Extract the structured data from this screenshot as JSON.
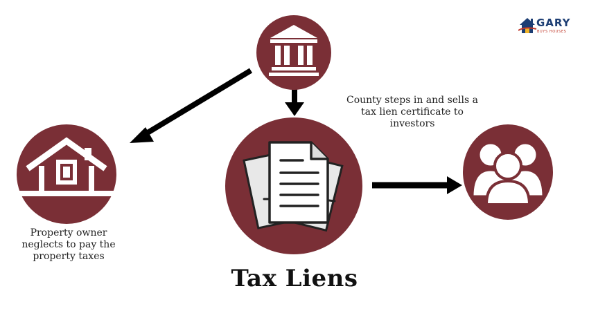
{
  "title": "Tax Liens",
  "logo": {
    "name": "GARY",
    "tagline": "BUYS HOUSES"
  },
  "nodes": {
    "county": {
      "icon": "bank-icon"
    },
    "document": {
      "icon": "document-stack-icon"
    },
    "owner": {
      "icon": "house-icon",
      "caption": [
        "Property owner",
        "neglects to pay the",
        "property taxes"
      ]
    },
    "investors": {
      "icon": "people-icon"
    }
  },
  "county_caption": [
    "County steps in and sells a",
    "tax lien certificate to",
    "investors"
  ],
  "colors": {
    "circle": "#7a2f36",
    "arrow": "#000000",
    "logo_blue": "#1c3d73",
    "logo_red": "#c0392b"
  }
}
